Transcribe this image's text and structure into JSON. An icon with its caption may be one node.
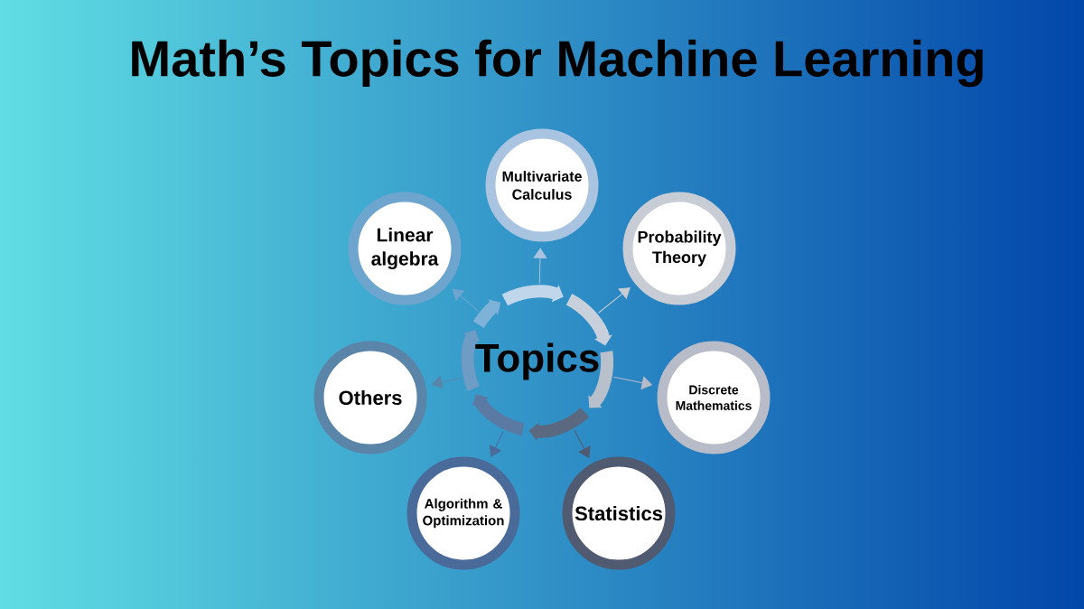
{
  "diagram": {
    "title": "Math’s Topics for Machine Learning",
    "nodes": [
      {
        "text": [
          "Topics"
        ]
      },
      {
        "text": [
          "Multivariate Calculus"
        ]
      },
      {
        "text": [
          "Probability Theory"
        ]
      },
      {
        "text": [
          "Discrete Mathematics"
        ]
      },
      {
        "text": [
          "Statistics"
        ]
      },
      {
        "text": [
          "Algorithm & Optimization"
        ]
      },
      {
        "text": [
          "Others"
        ]
      },
      {
        "text": [
          "Linear algebra"
        ]
      }
    ],
    "edges": [
      {
        "from": 0,
        "to": 1,
        "arrow": "to",
        "color": "#a9c4e0"
      },
      {
        "from": 0,
        "to": 2,
        "arrow": "to",
        "color": "#c8ccd4"
      },
      {
        "from": 0,
        "to": 3,
        "arrow": "to",
        "color": "#b8bcc8"
      },
      {
        "from": 0,
        "to": 4,
        "arrow": "to",
        "color": "#505a70"
      },
      {
        "from": 0,
        "to": 5,
        "arrow": "to",
        "color": "#4a6a9a"
      },
      {
        "from": 0,
        "to": 6,
        "arrow": "to",
        "color": "#5a85a8"
      },
      {
        "from": 0,
        "to": 7,
        "arrow": "to",
        "color": "#6ea5cf"
      }
    ]
  }
}
